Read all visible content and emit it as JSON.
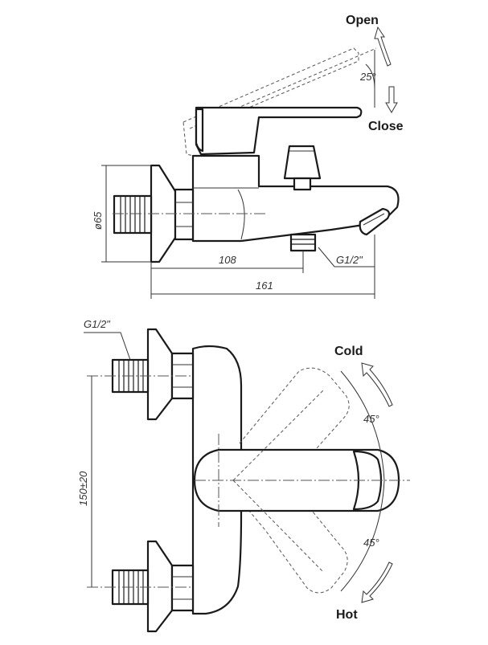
{
  "side_view": {
    "label_open": "Open",
    "label_close": "Close",
    "angle_lever": "25°",
    "dim_diameter": "ø65",
    "dim_108": "108",
    "dim_161": "161",
    "thread_outlet": "G1/2\""
  },
  "top_view": {
    "thread_inlet": "G1/2\"",
    "dim_spacing": "150±20",
    "label_cold": "Cold",
    "label_hot": "Hot",
    "angle_cold": "45°",
    "angle_hot": "45°"
  }
}
